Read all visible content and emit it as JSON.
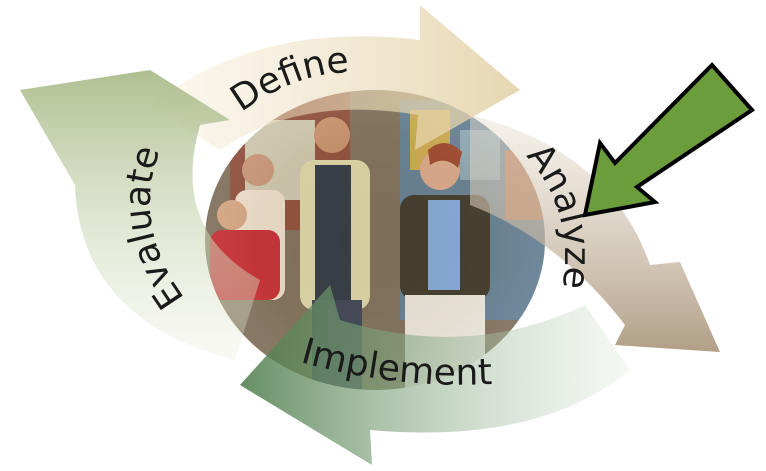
{
  "diagram": {
    "stages": [
      {
        "label": "Define"
      },
      {
        "label": "Analyze"
      },
      {
        "label": "Implement"
      },
      {
        "label": "Evaluate"
      }
    ],
    "highlighted_stage": "Analyze",
    "colors": {
      "define_arrow": "#ead9b6",
      "analyze_arrow": "#b7a58c",
      "implement_arrow": "#4e7f4f",
      "evaluate_arrow": "#a9b98a",
      "pointer_arrow": "#6b9e3a",
      "pointer_outline": "#000000"
    },
    "photo": {
      "subject": "family-high-five-photo"
    }
  }
}
